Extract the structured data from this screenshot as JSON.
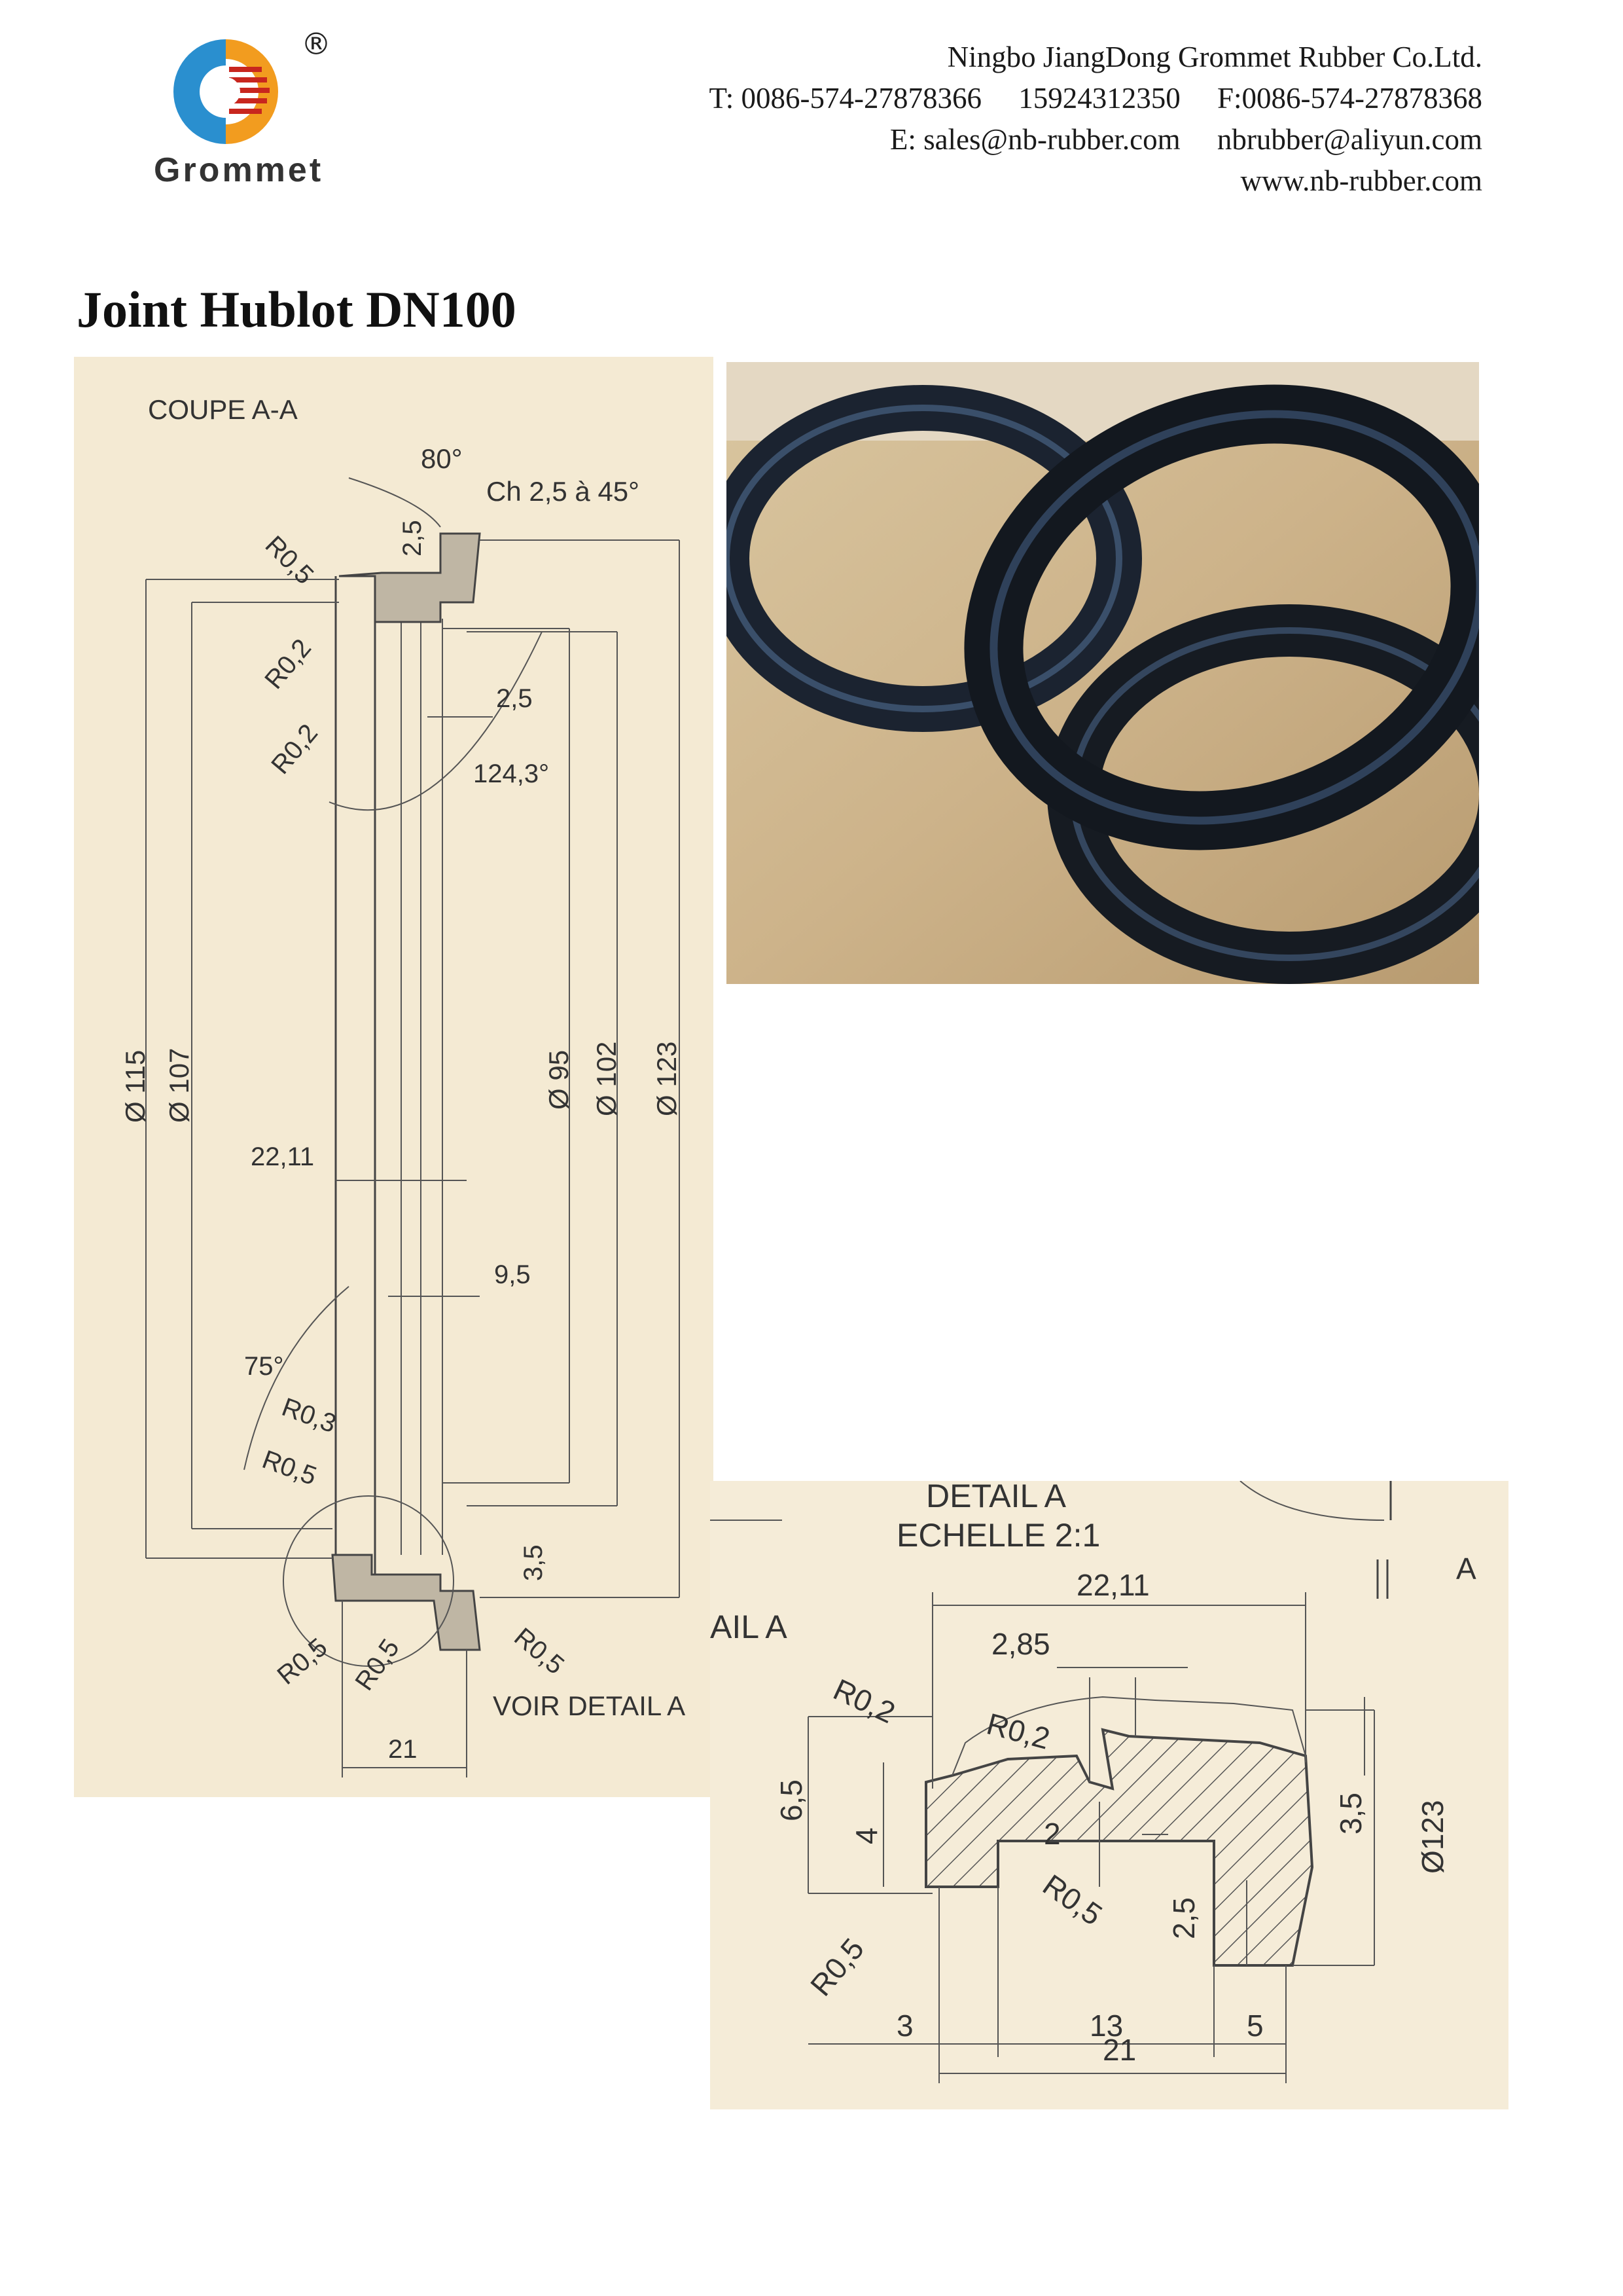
{
  "header": {
    "logo_word": "Grommet",
    "logo_reg": "®",
    "company": "Ningbo JiangDong Grommet Rubber Co.Ltd.",
    "phone_line": "T: 0086-574-27878366     15924312350     F:0086-574-27878368",
    "email_line": "E: sales@nb-rubber.com     nbrubber@aliyun.com",
    "website": "www.nb-rubber.com"
  },
  "title": "Joint Hublot DN100",
  "section_drawing": {
    "heading": "COUPE A-A",
    "labels": {
      "angle_top": "80°",
      "chamfer": "Ch 2,5 à 45°",
      "r05_top": "R0,5",
      "dim_25_top": "2,5",
      "r02_a": "R0,2",
      "r02_b": "R0,2",
      "dim_25_mid": "2,5",
      "angle_1243": "124,3°",
      "d115": "Ø 115",
      "d107": "Ø 107",
      "d95": "Ø 95",
      "d102": "Ø 102",
      "d123": "Ø 123",
      "dim_2211": "22,11",
      "dim_95": "9,5",
      "angle_75": "75°",
      "r03": "R0,3",
      "r05_low": "R0,5",
      "dim_35": "3,5",
      "r05_b1": "R0,5",
      "r05_b2": "R0,5",
      "r05_b3": "R0,5",
      "voir_detail": "VOIR DETAIL A",
      "dim_21": "21"
    }
  },
  "detail_drawing": {
    "heading_1": "DETAIL A",
    "heading_2": "ECHELLE 2:1",
    "side_fragment": "AIL A",
    "marker_a": "A",
    "labels": {
      "dim_2211": "22,11",
      "dim_285": "2,85",
      "r02_left": "R0,2",
      "r02_mid": "R0,2",
      "dim_65": "6,5",
      "dim_4": "4",
      "dim_2": "2",
      "dim_35": "3,5",
      "d123": "Ø123",
      "r05_right": "R0,5",
      "dim_25": "2,5",
      "r05_left": "R0,5",
      "dim_3": "3",
      "dim_13": "13",
      "dim_5": "5",
      "dim_21": "21"
    }
  },
  "colors": {
    "logo_blue": "#2a8fcf",
    "logo_orange": "#f29c1f",
    "logo_red": "#c8261e",
    "drawing_paper": "#f4ead3"
  }
}
